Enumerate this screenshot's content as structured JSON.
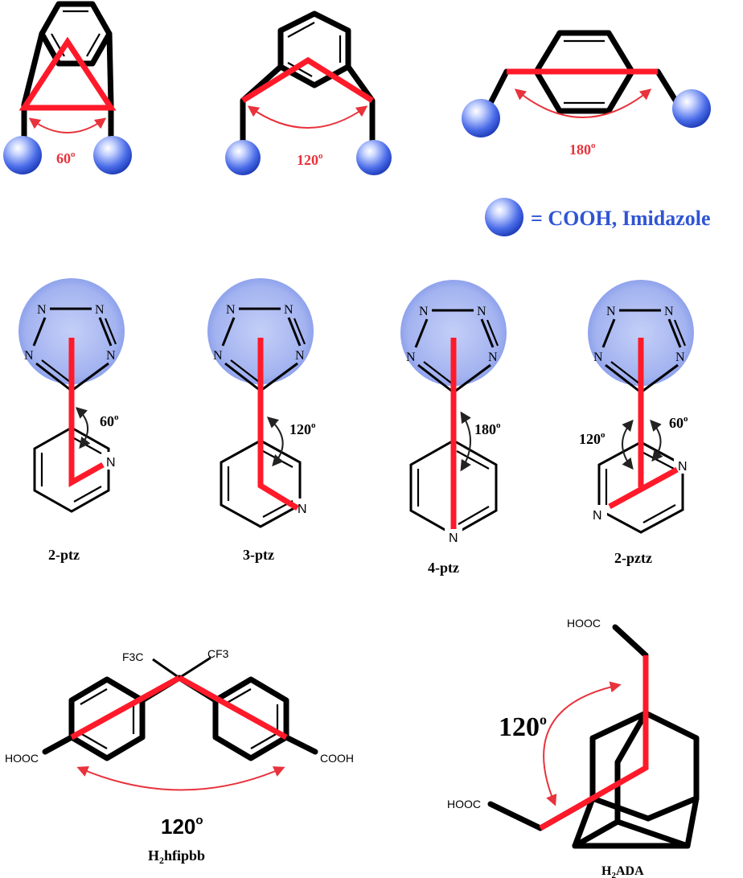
{
  "top_row": {
    "angles": [
      "60",
      "120",
      "180"
    ],
    "degree_mark": "o"
  },
  "legend": {
    "text": "= COOH, Imidazole"
  },
  "ligands": [
    {
      "name": "2-ptz",
      "angles": [
        "60"
      ]
    },
    {
      "name": "3-ptz",
      "angles": [
        "120"
      ]
    },
    {
      "name": "4-ptz",
      "angles": [
        "180"
      ]
    },
    {
      "name": "2-pztz",
      "angles": [
        "120",
        "60"
      ]
    }
  ],
  "tetrazole_atom": "N",
  "pyridine_atom": "N",
  "hfipbb": {
    "cf3_left": "F3C",
    "cf3_right": "CF3",
    "cooh_left": "HOOC",
    "cooh_right": "COOH",
    "angle": "120",
    "name_prefix": "H",
    "name_sub": "2",
    "name_suffix": "hfipbb"
  },
  "ada": {
    "cooh_top": "HOOC",
    "cooh_bottom": "HOOC",
    "angle": "120",
    "name_prefix": "H",
    "name_sub": "2",
    "name_suffix": "ADA"
  },
  "colors": {
    "red_axis": "#ff1a2a",
    "sphere_blue": "#3a5de0",
    "halo_blue": "#a9b8f2",
    "legend_blue": "#2f55d4"
  }
}
